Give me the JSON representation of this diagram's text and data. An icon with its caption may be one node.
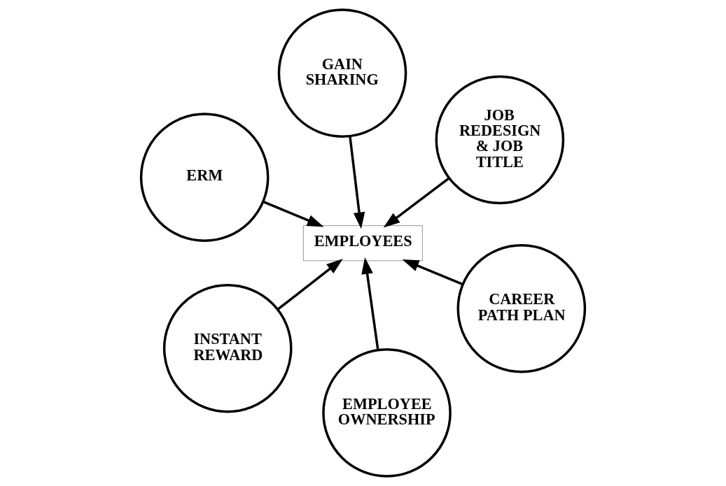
{
  "diagram": {
    "nodes": [
      {
        "text": [
          "ERM"
        ]
      },
      {
        "text": [
          "CAREER PATH PLAN"
        ]
      },
      {
        "text": [
          "EMPLOYEE OWNERSHIP"
        ]
      },
      {
        "text": [
          "EMPLOYEES"
        ]
      },
      {
        "text": [
          "JOB REDESIGN & JOB TITLE"
        ]
      },
      {
        "text": [
          "GAIN SHARING"
        ]
      },
      {
        "text": [
          "INSTANT REWARD"
        ]
      }
    ],
    "edges": [
      {
        "from": 0,
        "to": 3,
        "arrow": "to"
      },
      {
        "from": 1,
        "to": 3,
        "arrow": "to"
      },
      {
        "from": 2,
        "to": 3,
        "arrow": "to"
      },
      {
        "from": 4,
        "to": 3,
        "arrow": "to"
      },
      {
        "from": 5,
        "to": 3,
        "arrow": "to"
      },
      {
        "from": 6,
        "to": 3,
        "arrow": "to"
      }
    ]
  }
}
